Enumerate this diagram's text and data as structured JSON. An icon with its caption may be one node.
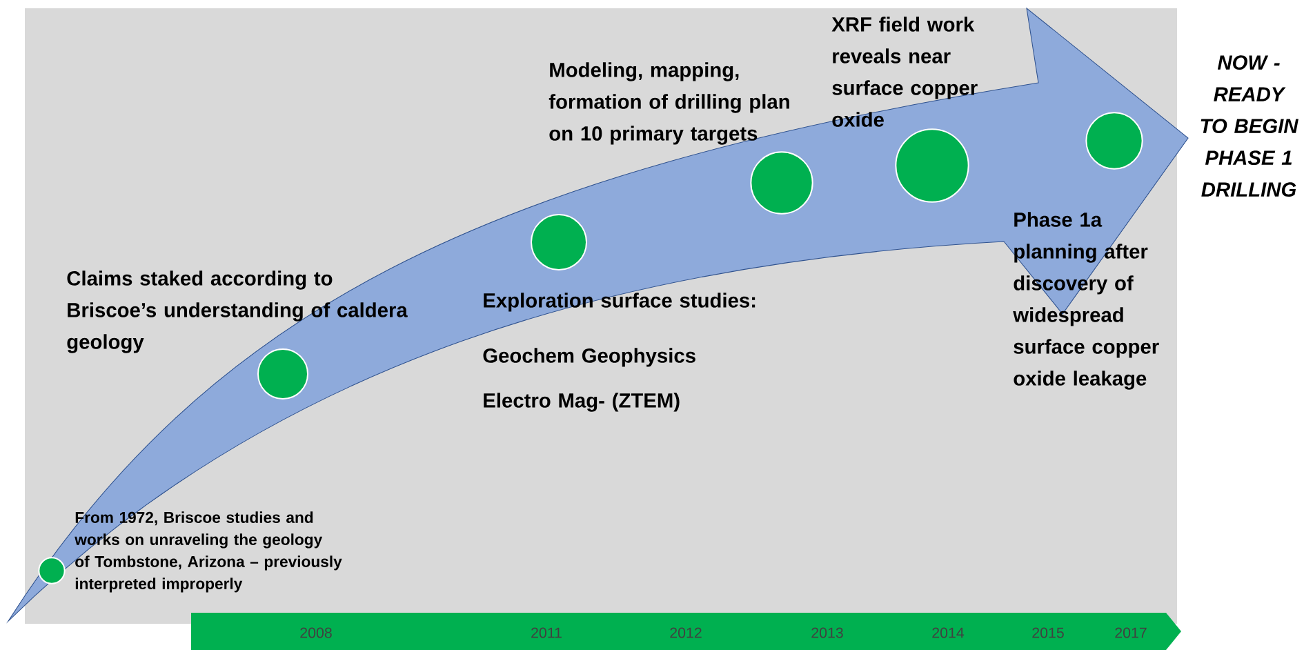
{
  "diagram": {
    "nodes": [
      {
        "text": [],
        "shape": "circle"
      },
      {
        "text": [],
        "shape": "circle"
      },
      {
        "text": [],
        "shape": "circle"
      },
      {
        "text": [],
        "shape": "circle"
      },
      {
        "text": [],
        "shape": "circle"
      },
      {
        "text": [],
        "shape": "circle"
      },
      {
        "text": [
          "2008",
          "2011",
          "2012",
          "2013",
          "2014",
          "2015",
          "2017"
        ]
      }
    ],
    "edges": [],
    "labels": [
      "XRF field work reveals near surface copper oxide",
      "NOW - READY TO BEGIN PHASE 1 DRILLING",
      "Modeling, mapping, formation of drilling plan on 10 primary targets",
      "Phase 1a planning after discovery of widespread surface copper oxide leakage",
      "Claims staked according to Briscoe’s understanding of caldera geology",
      "Exploration surface studies:",
      "Geochem Geophysics",
      "Electro Mag- (ZTEM)",
      "From 1972, Briscoe studies and works on unraveling the geology of Tombstone, Arizona – previously interpreted improperly"
    ]
  }
}
